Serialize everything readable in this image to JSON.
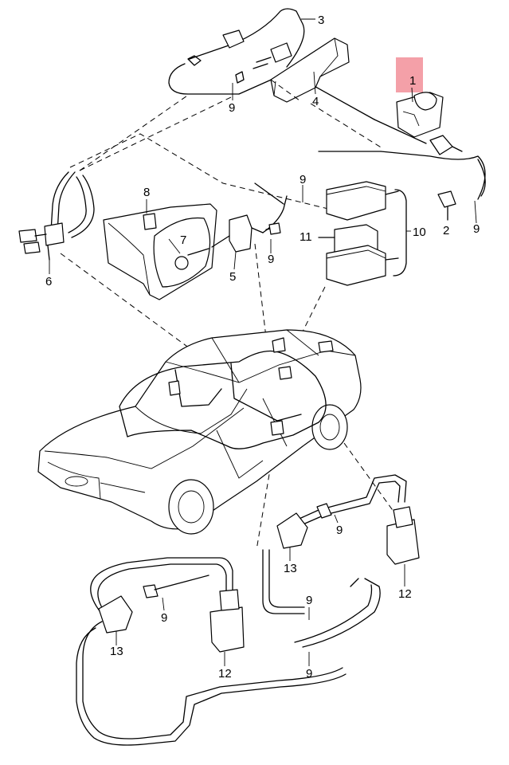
{
  "diagram": {
    "highlight_color": "#f4a0a8",
    "callouts": [
      "1",
      "2",
      "3",
      "4",
      "5",
      "6",
      "7",
      "8",
      "9",
      "10",
      "11",
      "12",
      "13"
    ],
    "labels": {
      "c1": "1",
      "c2": "2",
      "c3": "3",
      "c4": "4",
      "c5": "5",
      "c6": "6",
      "c7": "7",
      "c8": "8",
      "c10": "10",
      "c11": "11",
      "c9": [
        "9",
        "9",
        "9",
        "9",
        "9",
        "9",
        "9",
        "9"
      ],
      "c12": [
        "12",
        "12"
      ],
      "c13": [
        "13",
        "13"
      ]
    }
  }
}
